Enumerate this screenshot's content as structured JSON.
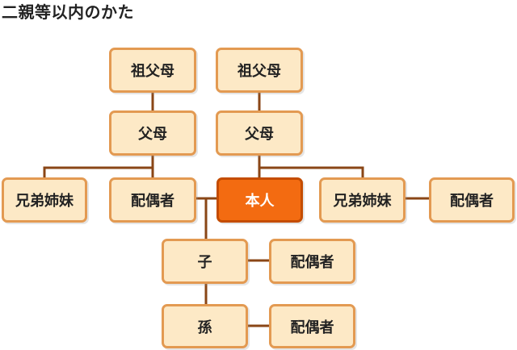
{
  "title": "二親等以内のかた",
  "colors": {
    "box_fill": "#fde9c6",
    "box_border": "#e39a52",
    "self_fill": "#f36b11",
    "line": "#8a4616"
  },
  "nodes": {
    "grandparent_left": "祖父母",
    "grandparent_right": "祖父母",
    "parent_left": "父母",
    "parent_right": "父母",
    "sibling_left": "兄弟姉妹",
    "spouse_of_self": "配偶者",
    "self": "本人",
    "sibling_right": "兄弟姉妹",
    "sibling_right_spouse": "配偶者",
    "child": "子",
    "child_spouse": "配偶者",
    "grandchild": "孫",
    "grandchild_spouse": "配偶者"
  }
}
